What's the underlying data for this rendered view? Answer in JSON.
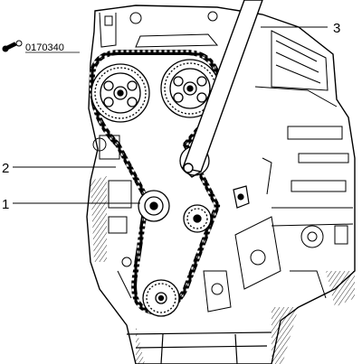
{
  "diagram": {
    "tool_code": "0170340",
    "tool_icon": "wrench-icon",
    "callouts": [
      {
        "number": "1",
        "target": "tensioner-pulley"
      },
      {
        "number": "2",
        "target": "timing-belt"
      },
      {
        "number": "3",
        "target": "tension-lever-tool"
      }
    ]
  }
}
